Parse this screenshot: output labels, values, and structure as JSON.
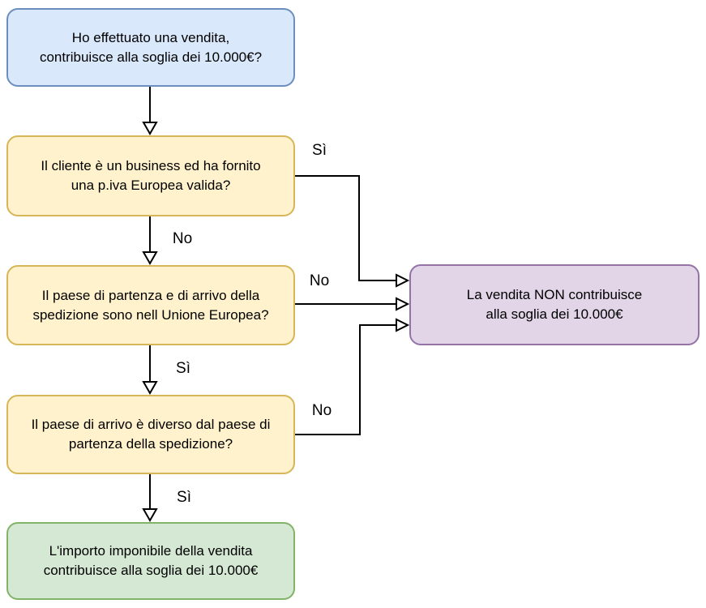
{
  "diagram": {
    "title": "Soglia 10.000€ vendite UE - flowchart",
    "nodes": {
      "start": {
        "text": "Ho effettuato una vendita,\ncontribuisce alla soglia dei 10.000€?",
        "fill": "#dae8fc",
        "stroke": "#6c8ebf",
        "type": "start"
      },
      "q_business": {
        "text": "Il cliente è un business ed ha fornito\nuna p.iva Europea valida?",
        "fill": "#fff2cc",
        "stroke": "#d6b656",
        "type": "decision"
      },
      "q_eu_countries": {
        "text": "Il paese di partenza e di arrivo della\nspedizione sono nell Unione Europea?",
        "fill": "#fff2cc",
        "stroke": "#d6b656",
        "type": "decision"
      },
      "q_different_country": {
        "text": "Il paese di arrivo è diverso dal paese di\npartenza della spedizione?",
        "fill": "#fff2cc",
        "stroke": "#d6b656",
        "type": "decision"
      },
      "outcome_contributes": {
        "text": "L'importo imponibile della vendita\ncontribuisce alla soglia dei 10.000€",
        "fill": "#d5e8d4",
        "stroke": "#82b366",
        "type": "outcome"
      },
      "outcome_not_contributes": {
        "text": "La vendita NON contribuisce\nalla soglia dei 10.000€",
        "fill": "#e1d5e7",
        "stroke": "#9673a6",
        "type": "outcome"
      }
    },
    "edges": [
      {
        "from": "start",
        "to": "q_business",
        "label": ""
      },
      {
        "from": "q_business",
        "to": "outcome_not_contributes",
        "label": "Sì"
      },
      {
        "from": "q_business",
        "to": "q_eu_countries",
        "label": "No"
      },
      {
        "from": "q_eu_countries",
        "to": "outcome_not_contributes",
        "label": "No"
      },
      {
        "from": "q_eu_countries",
        "to": "q_different_country",
        "label": "Sì"
      },
      {
        "from": "q_different_country",
        "to": "outcome_not_contributes",
        "label": "No"
      },
      {
        "from": "q_different_country",
        "to": "outcome_contributes",
        "label": "Sì"
      }
    ],
    "line_color": "#000000",
    "background": "#ffffff"
  }
}
